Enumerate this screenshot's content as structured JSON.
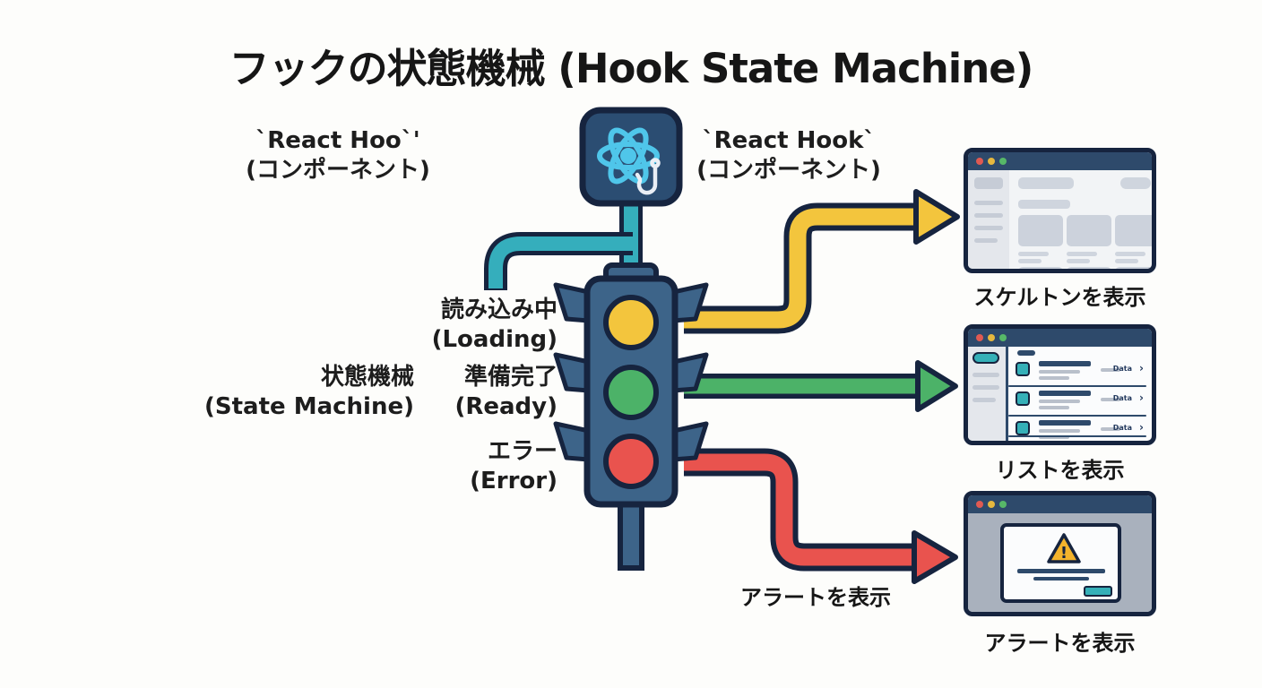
{
  "title": "フックの状態機械 (Hook State Machine)",
  "labels": {
    "hook_left_line1": "`React Hoo`'",
    "hook_left_line2": "(コンポーネント)",
    "hook_right_line1": "`React Hook`",
    "hook_right_line2": "(コンポーネント)",
    "loading_line1": "読み込み中",
    "loading_line2": "(Loading)",
    "state_machine_line1": "状態機械",
    "state_machine_line2": "(State Machine)",
    "ready_line1": "準備完了",
    "ready_line2": "(Ready)",
    "error_line1": "エラー",
    "error_line2": "(Error)",
    "alert_arrow_label": "アラートを表示"
  },
  "windows": {
    "skeleton": {
      "caption": "スケルトンを表示"
    },
    "list": {
      "caption": "リストを表示",
      "rows": [
        {
          "label": "Data",
          "chevron": "›"
        },
        {
          "label": "Data",
          "chevron": "›"
        },
        {
          "label": "Data",
          "chevron": "›"
        }
      ]
    },
    "alert": {
      "caption": "アラートを表示",
      "warning_glyph": "!"
    }
  },
  "colors": {
    "outline_navy": "#16243f",
    "traffic_light_body": "#3d6489",
    "react_logo_bg": "#2b4d72",
    "react_cyan": "#4fc6ea",
    "pipe_teal": "#35aebc",
    "loading_yellow": "#f3c53d",
    "ready_green": "#4cb268",
    "error_red": "#e9534e",
    "window_titlebar": "#2e4a6b"
  },
  "icons": {
    "react_logo": "react-atom-icon",
    "hook": "fishing-hook-icon",
    "warning": "warning-triangle-icon"
  }
}
